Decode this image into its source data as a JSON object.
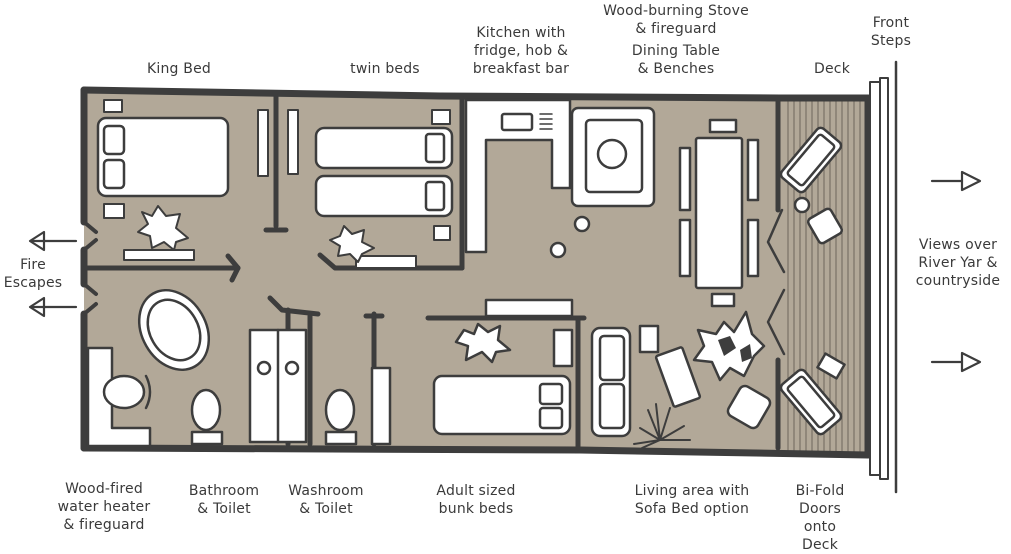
{
  "labels": {
    "king_bed": "King Bed",
    "twin_beds": "twin beds",
    "kitchen": "Kitchen with\nfridge, hob &\nbreakfast bar",
    "stove": "Wood-burning Stove\n& fireguard",
    "dining": "Dining Table\n& Benches",
    "deck": "Deck",
    "front_steps": "Front\nSteps",
    "fire_escapes": "Fire\nEscapes",
    "views": "Views over\nRiver Yar &\ncountryside",
    "water_heater": "Wood-fired\nwater heater\n& fireguard",
    "bathroom": "Bathroom\n& Toilet",
    "washroom": "Washroom\n& Toilet",
    "bunk_beds": "Adult sized\nbunk beds",
    "living": "Living area with\nSofa Bed option",
    "bifold": "Bi-Fold\nDoors\nonto\nDeck"
  },
  "colors": {
    "floor": "#b2a898",
    "wall": "#3d3d3d",
    "furniture": "#ffffff",
    "deck": "#b0a696",
    "text": "#3a3a3a"
  }
}
